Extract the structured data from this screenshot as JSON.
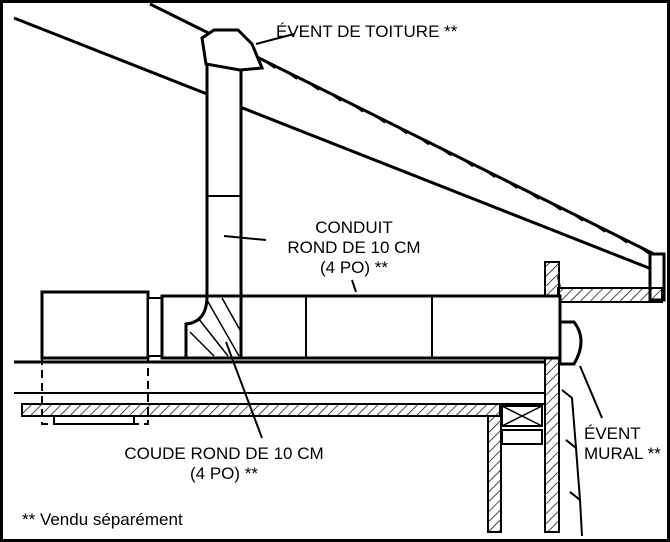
{
  "labels": {
    "roof_vent": "ÉVENT DE TOITURE **",
    "duct_line1": "CONDUIT",
    "duct_line2": "ROND DE 10 CM",
    "duct_line3": "(4 PO) **",
    "elbow_line1": "COUDE ROND DE 10 CM",
    "elbow_line2": "(4 PO) **",
    "wall_vent_line1": "ÉVENT",
    "wall_vent_line2": "MURAL **",
    "footnote": "** Vendu séparément"
  },
  "colors": {
    "line": "#000000",
    "background": "#ffffff"
  }
}
